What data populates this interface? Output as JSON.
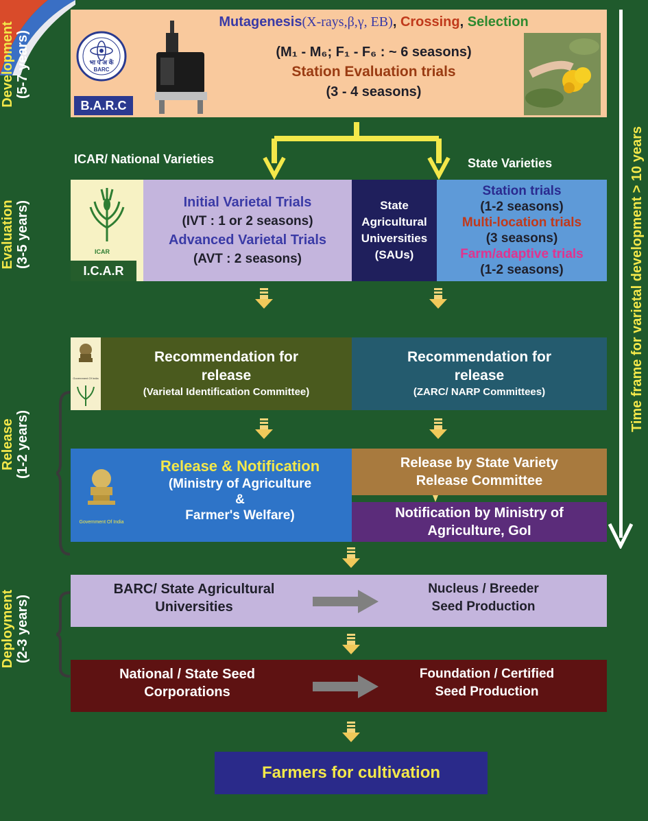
{
  "phases": {
    "development": {
      "label": "Development",
      "years": "(5-7 years)"
    },
    "evaluation": {
      "label": "Evaluation",
      "years": "(3-5 years)"
    },
    "release": {
      "label": "Release",
      "years": "(1-2 years)"
    },
    "deployment": {
      "label": "Deployment",
      "years": "(2-3 years)"
    }
  },
  "timeframe": "Time frame for varietal development > 10 years",
  "development": {
    "mutagenesis": "Mutagenesis",
    "mutagens": "(X-rays,β,γ, EB)",
    "comma1": ",",
    "crossing": "Crossing",
    "comma2": ",",
    "selection": "Selection",
    "seasons": "(M₁ - M₆; F₁ - F₆ : ~ 6 seasons)",
    "station_eval": "Station Evaluation trials",
    "station_seasons": "(3 - 4 seasons)",
    "org_label": "B.A.R.C",
    "logo_text_hindi": "भा प अ कें",
    "logo_text": "BARC"
  },
  "branches": {
    "national": "ICAR/ National Varieties",
    "state": "State Varieties"
  },
  "evaluation": {
    "ivt_title": "Initial Varietal Trials",
    "ivt_seasons": "(IVT : 1 or 2 seasons)",
    "avt_title": "Advanced Varietal Trials",
    "avt_seasons": "(AVT : 2 seasons)",
    "org_label": "I.C.A.R",
    "logo_text": "ICAR",
    "sau_line1": "State",
    "sau_line2": "Agricultural",
    "sau_line3": "Universities",
    "sau_line4": "(SAUs)",
    "station_trials": "Station trials",
    "station_seasons": "(1-2 seasons)",
    "multi_trials": "Multi-location trials",
    "multi_seasons": "(3 seasons)",
    "farm_trials": "Farm/adaptive trials",
    "farm_seasons": "(1-2 seasons)"
  },
  "recommendation": {
    "left_title1": "Recommendation for",
    "left_title2": "release",
    "left_sub": "(Varietal Identification Committee)",
    "right_title1": "Recommendation for",
    "right_title2": "release",
    "right_sub": "(ZARC/ NARP Committees)",
    "emblem_caption": "Government Of India"
  },
  "release": {
    "notify_title": "Release & Notification",
    "notify_l1": "(Ministry of Agriculture",
    "notify_l2": "&",
    "notify_l3": "Farmer's Welfare)",
    "emblem_caption": "Government Of India",
    "state_release1": "Release by State Variety",
    "state_release2": "Release Committee",
    "gol_notify1": "Notification by Ministry of",
    "gol_notify2": "Agriculture, GoI"
  },
  "deployment": {
    "row1_left1": "BARC/ State Agricultural",
    "row1_left2": "Universities",
    "row1_right1": "Nucleus / Breeder",
    "row1_right2": "Seed Production",
    "row2_left1": "National / State Seed",
    "row2_left2": "Corporations",
    "row2_right1": "Foundation / Certified",
    "row2_right2": "Seed Production"
  },
  "final": "Farmers for cultivation"
}
